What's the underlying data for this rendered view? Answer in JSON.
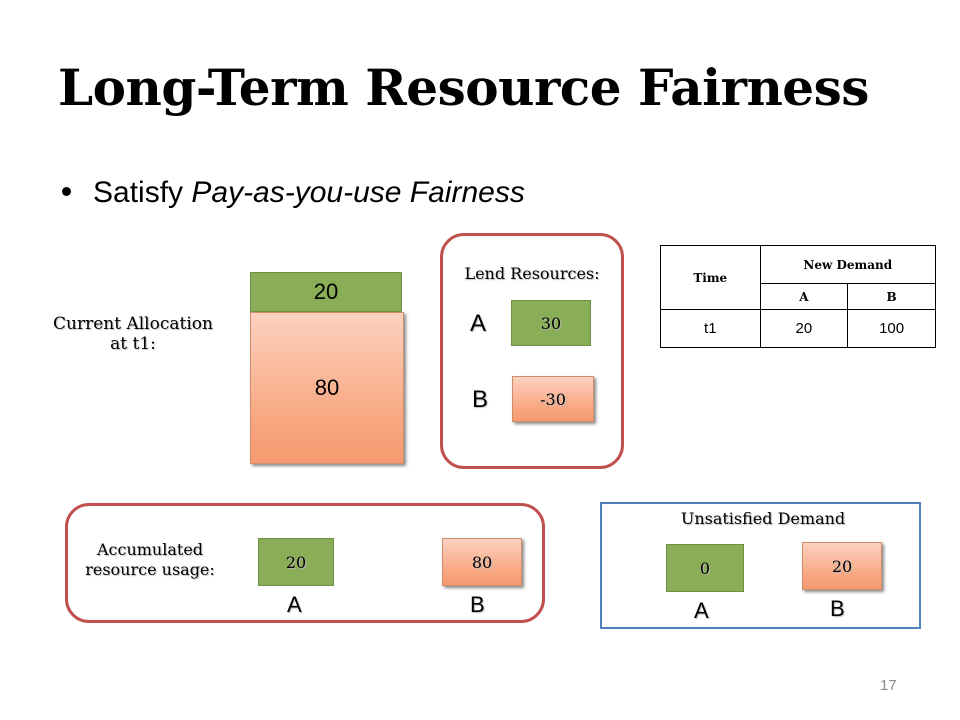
{
  "slide": {
    "title": "Long-Term Resource Fairness",
    "bullet_prefix": "Satisfy ",
    "bullet_emphasis": "Pay-as-you-use Fairness",
    "page_number": "17"
  },
  "current_allocation": {
    "label_line1": "Current Allocation",
    "label_line2": "at t1:",
    "top_value": "20",
    "bottom_value": "80"
  },
  "lend": {
    "label": "Lend Resources:",
    "a_label": "A",
    "a_value": "30",
    "b_label": "B",
    "b_value": "-30"
  },
  "demand_table": {
    "time_header": "Time",
    "group_header": "New Demand",
    "col_a": "A",
    "col_b": "B",
    "row_time": "t1",
    "row_a": "20",
    "row_b": "100"
  },
  "accumulated": {
    "label_line1": "Accumulated",
    "label_line2": "resource usage:",
    "a_value": "20",
    "b_value": "80",
    "a_label": "A",
    "b_label": "B"
  },
  "unsatisfied": {
    "label": "Unsatisfied Demand",
    "a_value": "0",
    "b_value": "20",
    "a_label": "A",
    "b_label": "B"
  },
  "colors": {
    "green_box": "#8aae57",
    "orange_box": "#f8a781",
    "red_frame": "#c0504d",
    "blue_frame": "#4f81bd"
  }
}
